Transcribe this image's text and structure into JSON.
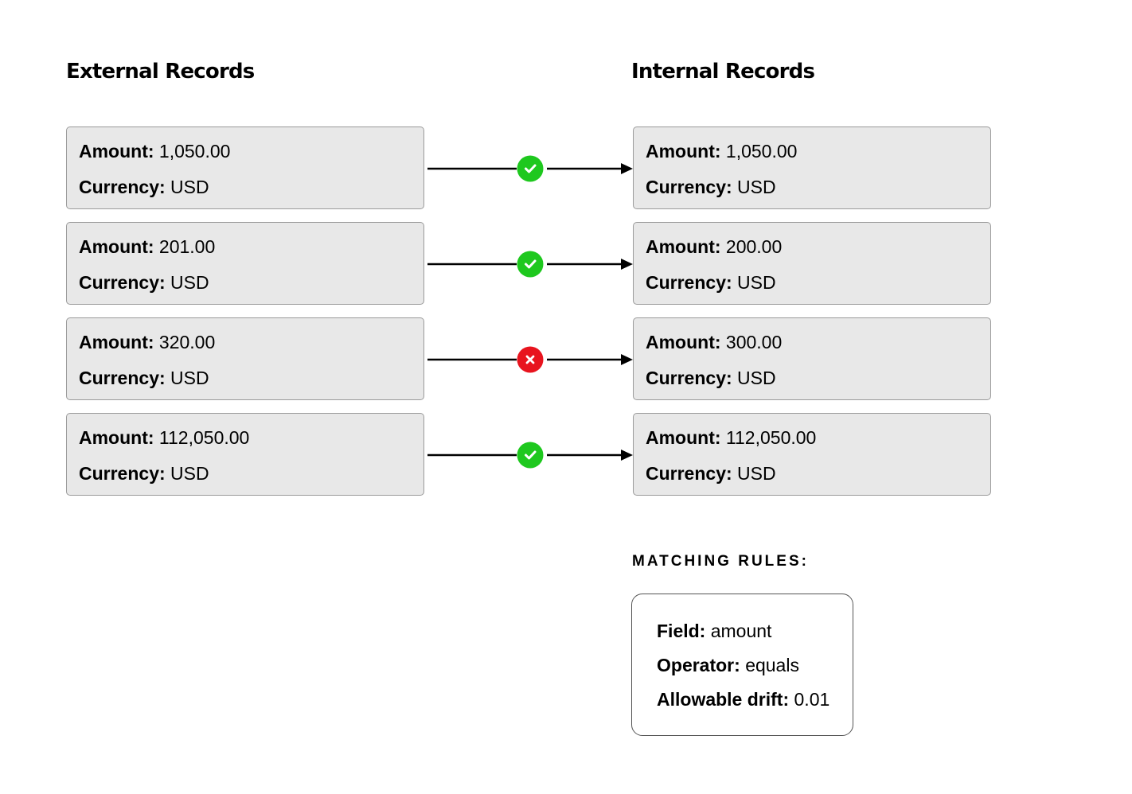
{
  "headings": {
    "external": "External Records",
    "internal": "Internal Records"
  },
  "labels": {
    "amount": "Amount:",
    "currency": "Currency:"
  },
  "rows": [
    {
      "external": {
        "amount": "1,050.00",
        "currency": "USD"
      },
      "internal": {
        "amount": "1,050.00",
        "currency": "USD"
      },
      "status": "match",
      "status_icon": "check-circle-icon"
    },
    {
      "external": {
        "amount": "201.00",
        "currency": "USD"
      },
      "internal": {
        "amount": "200.00",
        "currency": "USD"
      },
      "status": "match",
      "status_icon": "check-circle-icon"
    },
    {
      "external": {
        "amount": "320.00",
        "currency": "USD"
      },
      "internal": {
        "amount": "300.00",
        "currency": "USD"
      },
      "status": "mismatch",
      "status_icon": "x-circle-icon"
    },
    {
      "external": {
        "amount": "112,050.00",
        "currency": "USD"
      },
      "internal": {
        "amount": "112,050.00",
        "currency": "USD"
      },
      "status": "match",
      "status_icon": "check-circle-icon"
    }
  ],
  "matching_rules": {
    "heading": "MATCHING RULES:",
    "field_label": "Field:",
    "field_value": "amount",
    "operator_label": "Operator:",
    "operator_value": "equals",
    "drift_label": "Allowable drift:",
    "drift_value": "0.01"
  },
  "colors": {
    "match": "#1ec81e",
    "mismatch": "#e8141e",
    "card_bg": "#e8e8e8",
    "card_border": "#9a9a9a",
    "connector": "#000000"
  }
}
